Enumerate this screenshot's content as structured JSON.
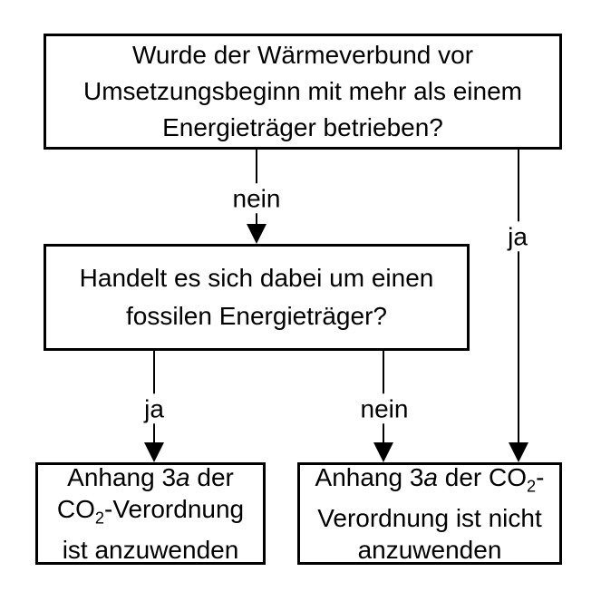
{
  "colors": {
    "background": "#ffffff",
    "line": "#000000",
    "text": "#000000"
  },
  "flowchart": {
    "question1": {
      "lines": [
        "Wurde der Wärmeverbund vor",
        "Umsetzungsbeginn mit mehr als einem",
        "Energieträger betrieben?"
      ]
    },
    "question2": {
      "lines": [
        "Handelt es sich dabei um einen",
        "fossilen Energieträger?"
      ]
    },
    "result_apply": {
      "lines": [
        [
          {
            "t": "Anhang 3"
          },
          {
            "t": "a",
            "italic": true
          },
          {
            "t": " der"
          }
        ],
        [
          {
            "t": "CO"
          },
          {
            "t": "2",
            "sub": true
          },
          {
            "t": "-Verordnung"
          }
        ],
        [
          {
            "t": "ist anzuwenden"
          }
        ]
      ]
    },
    "result_not_apply": {
      "lines": [
        [
          {
            "t": "Anhang 3"
          },
          {
            "t": "a",
            "italic": true
          },
          {
            "t": " der CO"
          },
          {
            "t": "2",
            "sub": true
          },
          {
            "t": "-"
          }
        ],
        [
          {
            "t": "Verordnung ist nicht"
          }
        ],
        [
          {
            "t": "anzuwenden"
          }
        ]
      ]
    },
    "edge_labels": {
      "q1_to_q2": "nein",
      "q1_to_not_apply": "ja",
      "q2_to_apply": "ja",
      "q2_to_not_apply": "nein"
    }
  }
}
